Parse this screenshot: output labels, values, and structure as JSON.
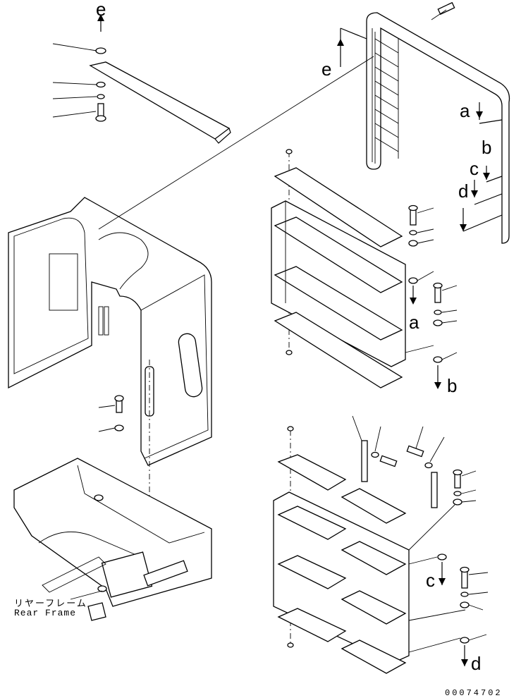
{
  "diagram": {
    "callouts": {
      "e_top": "e",
      "e_right": "e",
      "a_upper": "a",
      "b_upper": "b",
      "c_upper": "c",
      "d_upper": "d",
      "a_mid": "a",
      "b_mid": "b",
      "c_lower": "c",
      "d_lower": "d"
    },
    "rear_frame_label_jp": "リヤーフレーム",
    "rear_frame_label_en": "Rear Frame",
    "drawing_code": "00074702"
  }
}
